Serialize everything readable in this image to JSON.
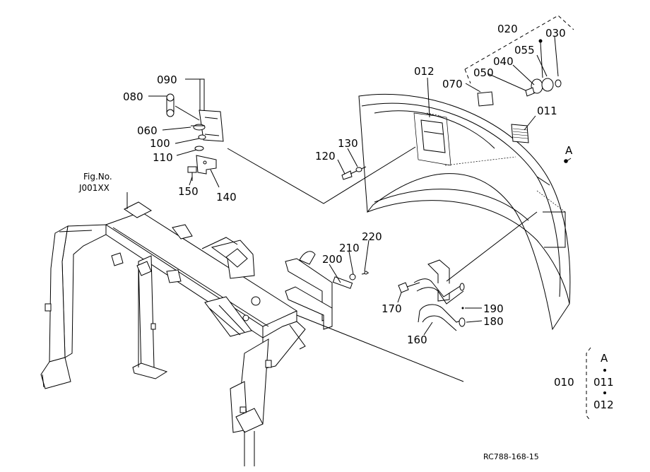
{
  "diagram_ref": "RC788-168-15",
  "fig_ref": {
    "line1": "Fig.No.",
    "line2": "J001XX"
  },
  "callouts": {
    "p010": "010",
    "p011": "011",
    "p012": "012",
    "p020": "020",
    "p030": "030",
    "p040": "040",
    "p050": "050",
    "p055": "055",
    "p060": "060",
    "p070": "070",
    "p080": "080",
    "p090": "090",
    "p100": "100",
    "p110": "110",
    "p120": "120",
    "p130": "130",
    "p140": "140",
    "p150": "150",
    "p160": "160",
    "p170": "170",
    "p180": "180",
    "p190": "190",
    "p200": "200",
    "p210": "210",
    "p220": "220",
    "detail_a": "A"
  },
  "set_legend": {
    "label": "010",
    "header": "A",
    "items": [
      "011",
      "012"
    ]
  }
}
